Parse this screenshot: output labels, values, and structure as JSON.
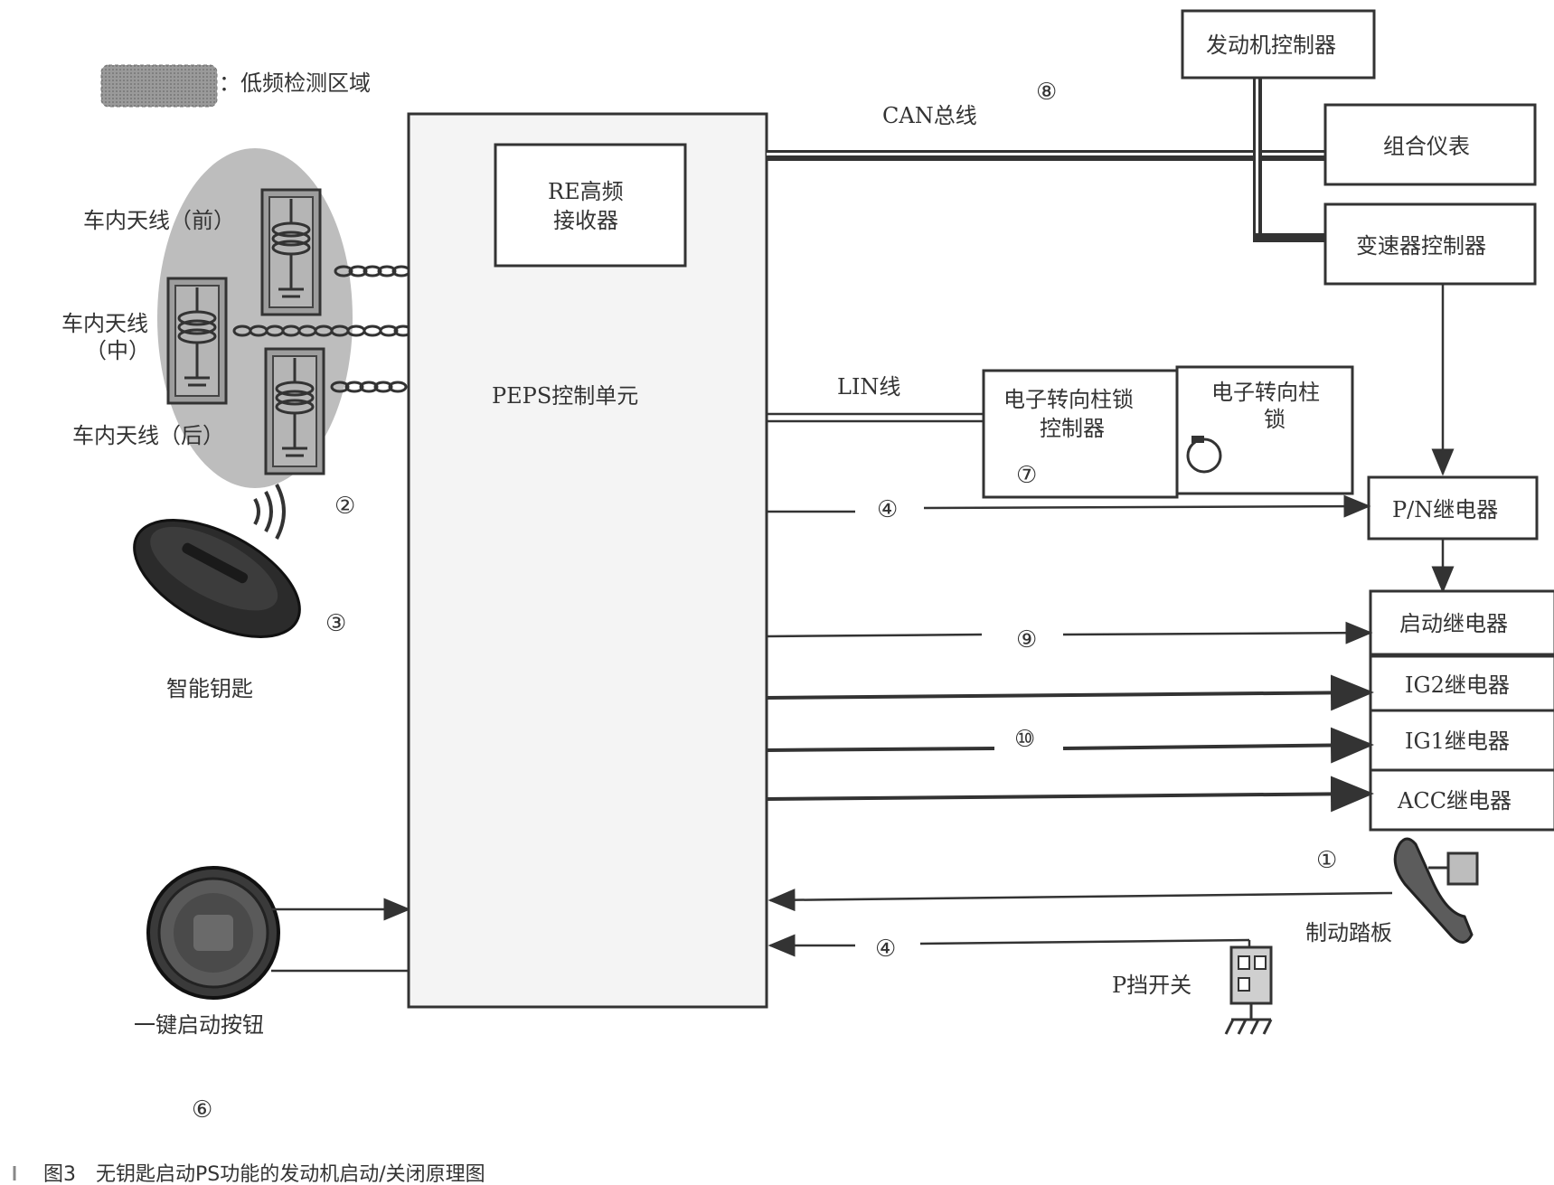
{
  "legend": {
    "label": "：低频检测区域"
  },
  "peps_unit": {
    "label": "PEPS控制单元"
  },
  "rf_receiver": {
    "line1": "RE高频",
    "line2": "接收器"
  },
  "can_bus": {
    "label": "CAN总线",
    "number": "⑧"
  },
  "lin_bus": {
    "label": "LIN线"
  },
  "ecu_boxes": {
    "engine": "发动机控制器",
    "cluster": "组合仪表",
    "transmission": "变速器控制器"
  },
  "steering_lock": {
    "controller_line1": "电子转向柱锁",
    "controller_line2": "控制器",
    "controller_number": "⑦",
    "lock_line1": "电子转向柱",
    "lock_line2": "锁"
  },
  "relays": {
    "pn": "P/N继电器",
    "start": "启动继电器",
    "ig2": "IG2继电器",
    "ig1": "IG1继电器",
    "acc": "ACC继电器"
  },
  "antennas": {
    "front": "车内天线（前）",
    "middle_line1": "车内天线",
    "middle_line2": "（中）",
    "rear": "车内天线（后）",
    "number": "②"
  },
  "smart_key": {
    "label": "智能钥匙",
    "number": "③"
  },
  "start_button": {
    "label": "一键启动按钮",
    "number": "⑥"
  },
  "brake_pedal": {
    "label": "制动踏板",
    "number": "①"
  },
  "p_switch": {
    "label": "P挡开关"
  },
  "signal_numbers": {
    "pn_line": "④",
    "start_line": "⑨",
    "ig_line": "⑩",
    "p_switch_line": "④"
  },
  "caption": {
    "label": "图3　无钥匙启动PS功能的发动机启动/关闭原理图"
  },
  "colors": {
    "line": "#333333",
    "box_border": "#444444",
    "zone_fill": "#b8b8b8",
    "peps_fill": "#f4f4f4"
  }
}
